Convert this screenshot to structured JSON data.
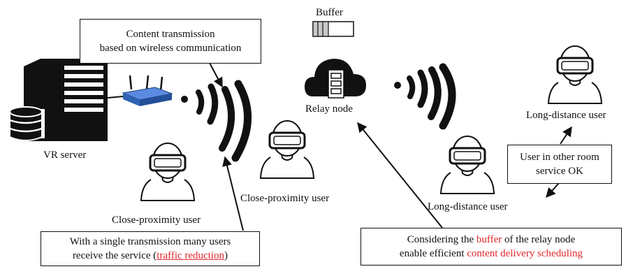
{
  "labels": {
    "buffer": "Buffer",
    "relay_node": "Relay node",
    "vr_server": "VR server",
    "close_user_left": "Close-proximity user",
    "close_user_center": "Close-proximity user",
    "long_user_center": "Long-distance user",
    "long_user_right": "Long-distance user"
  },
  "callouts": {
    "transmission": {
      "line1": "Content transmission",
      "line2": "based on wireless communication"
    },
    "single_transmission": {
      "line1": "With a single transmission many users",
      "line2_a": "receive the service (",
      "line2_highlight": "traffic reduction",
      "line2_b": ")"
    },
    "other_room": {
      "line1": "User in other room",
      "line2": "service OK"
    },
    "buffer_scheduling": {
      "line1_a": "Considering the ",
      "line1_highlight": "buffer",
      "line1_b": " of the relay node",
      "line2_a": "enable efficient ",
      "line2_highlight": "content delivery scheduling"
    }
  },
  "colors": {
    "highlight": "#e2262b",
    "ink": "#111111",
    "router_blue": "#2f62b4"
  },
  "icons": [
    "server-icon",
    "database-icon",
    "router-icon",
    "cloud-icon",
    "buffer-icon",
    "wifi-icon",
    "vr-headset-user-icon"
  ]
}
